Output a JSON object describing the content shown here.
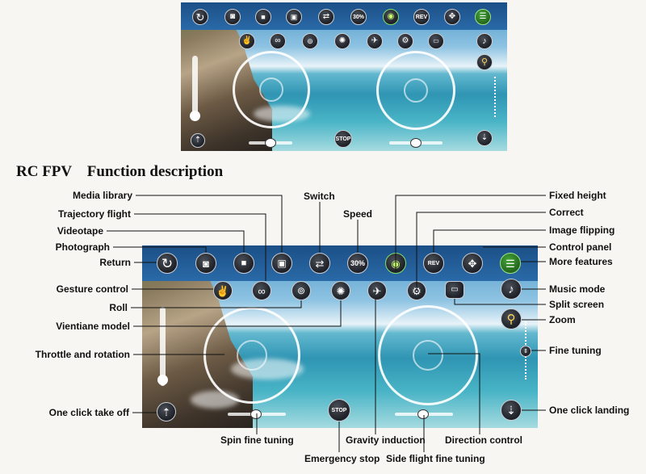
{
  "heading": "RC FPV    Function description",
  "buttons": {
    "speed": "30%",
    "image_flip": "REV",
    "stop": "STOP"
  },
  "labels": {
    "media_library": "Media library",
    "trajectory_flight": "Trajectory flight",
    "videotape": "Videotape",
    "photograph": "Photograph",
    "return": "Return",
    "gesture_control": "Gesture control",
    "roll": "Roll",
    "vientiane_model": "Vientiane model",
    "throttle_rotation": "Throttle and rotation",
    "one_click_take_off": "One click take off",
    "spin_fine_tuning": "Spin fine tuning",
    "emergency_stop": "Emergency stop",
    "switch": "Switch",
    "speed": "Speed",
    "gravity_induction": "Gravity induction",
    "side_flight_fine_tuning": "Side flight fine tuning",
    "direction_control": "Direction control",
    "fixed_height": "Fixed height",
    "correct": "Correct",
    "image_flipping": "Image flipping",
    "control_panel": "Control panel",
    "more_features": "More features",
    "music_mode": "Music mode",
    "split_screen": "Split screen",
    "zoom": "Zoom",
    "fine_tuning": "Fine tuning",
    "one_click_landing": "One click landing"
  },
  "colors": {
    "bar": "#1b4f86",
    "accent_green": "#7de26e",
    "text": "#111111"
  }
}
